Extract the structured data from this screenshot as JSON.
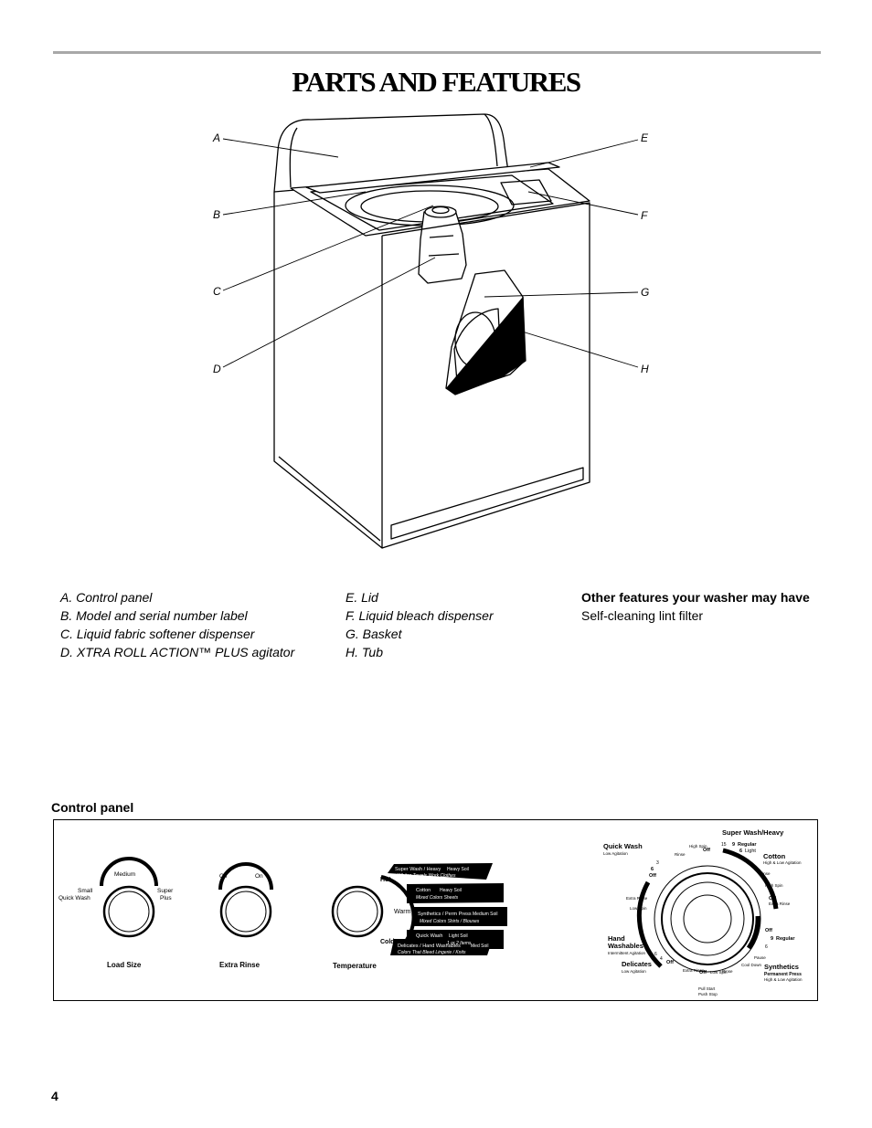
{
  "title": "PARTS AND FEATURES",
  "callouts": [
    "A",
    "B",
    "C",
    "D",
    "E",
    "F",
    "G",
    "H"
  ],
  "parts_col1": [
    "A. Control panel",
    "B. Model and serial number label",
    "C. Liquid fabric softener dispenser",
    "D. XTRA ROLL ACTION™ PLUS agitator"
  ],
  "parts_col2": [
    "E. Lid",
    "F. Liquid bleach dispenser",
    "G. Basket",
    "H. Tub"
  ],
  "other_features": {
    "heading": "Other features your washer may have",
    "items": [
      "Self-cleaning lint filter"
    ]
  },
  "control_panel": {
    "heading": "Control panel",
    "load_size": {
      "label": "Load Size",
      "settings": [
        "Small",
        "Quick Wash",
        "Medium",
        "Super",
        "Plus"
      ]
    },
    "extra_rinse": {
      "label": "Extra Rinse",
      "settings": [
        "Off",
        "On"
      ]
    },
    "temperature": {
      "label": "Temperature",
      "settings": [
        "Hot",
        "Warm",
        "Cold"
      ],
      "chart": [
        {
          "title": "Super Wash / Heavy",
          "note": "Heavy Soil",
          "detail": "Whites   Towels   Work Clothes"
        },
        {
          "title": "Cotton",
          "note": "Heavy Soil",
          "detail": "Mixed Colors   Sheets"
        },
        {
          "title": "Synthetics / Perm Press",
          "note": "Medium Soil",
          "detail": "Mixed Colors   Shirts / Blouses"
        },
        {
          "title": "Quick Wash",
          "note": "Light Soil",
          "detail": "1 or 2 Items"
        },
        {
          "title": "Delicates / Hand Washables",
          "note": "Med Soil",
          "detail": "Colors That Bleed   Lingerie / Knits"
        }
      ]
    },
    "cycle_dial": {
      "super_wash": "Super Wash/Heavy",
      "quick_wash": "Quick Wash",
      "quick_wash_sub": "Low Agitation",
      "cotton": "Cotton",
      "cotton_sub": "High & Low Agitation",
      "hand_washables_1": "Hand",
      "hand_washables_2": "Washables",
      "hand_washables_sub": "Intermittent Agitation",
      "delicates": "Delicates",
      "delicates_sub": "Low Agitation",
      "synthetics": "Synthetics",
      "synthetics_sub": "Permanent Press",
      "synthetics_sub2": "High & Low Agitation",
      "pull_start": "Pull Start",
      "push_stop": "Push Stop",
      "regular": "Regular",
      "light": "Light",
      "off": "Off",
      "rinse": "Rinse",
      "high_spin": "High Spin",
      "low_spin": "Low Spin",
      "extra_rinse": "Extra Rinse",
      "pause": "Pause",
      "cool_down": "Cool Down",
      "n15": "15",
      "n9": "9",
      "n6": "6",
      "n3": "3",
      "n4": "4"
    }
  },
  "page_number": "4"
}
